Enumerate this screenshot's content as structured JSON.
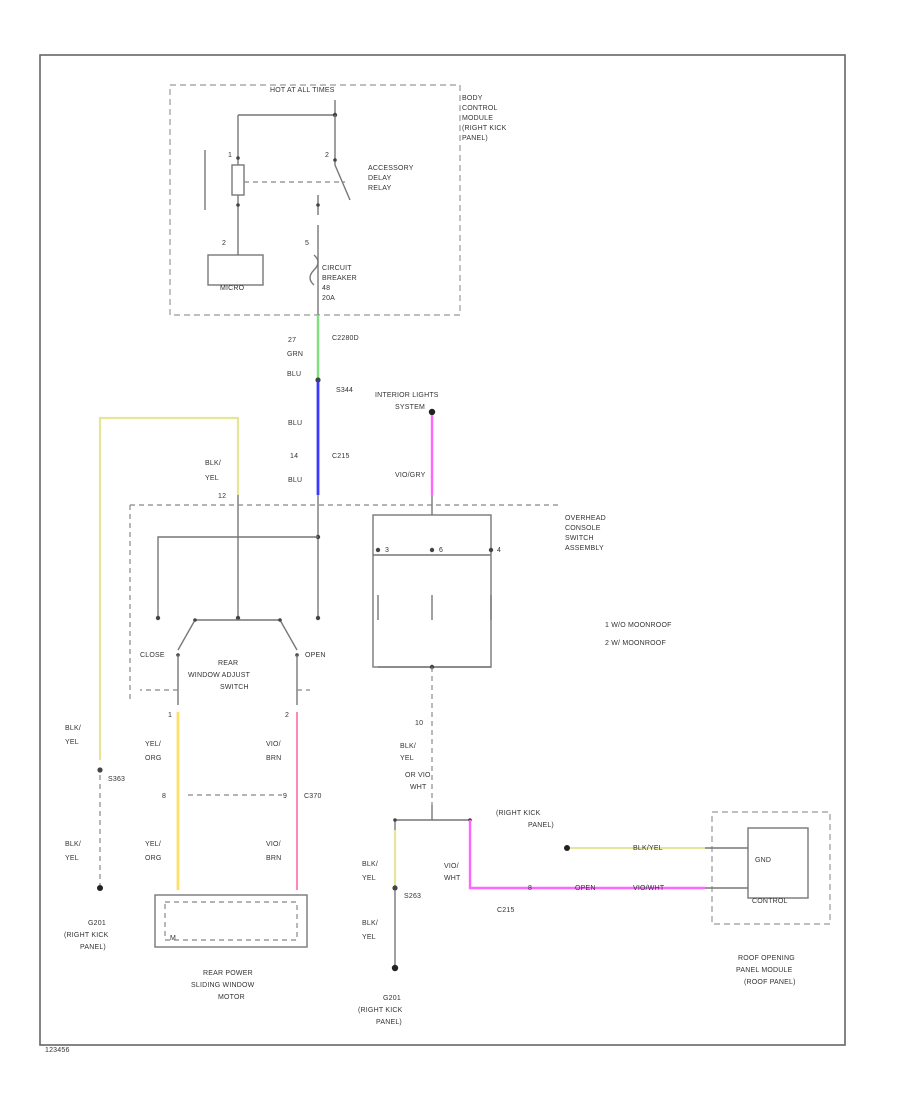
{
  "labels": {
    "hot_at_all_times": "HOT AT ALL TIMES",
    "body_control_module": [
      "BODY",
      "CONTROL",
      "MODULE",
      "(RIGHT KICK",
      "PANEL)"
    ],
    "accessory_delay_relay": [
      "ACCESSORY",
      "DELAY",
      "RELAY"
    ],
    "micro": "MICRO",
    "circuit_breaker": [
      "CIRCUIT",
      "BREAKER",
      "48",
      "20A"
    ],
    "connector_c2280d": "C2280D",
    "s344": "S344",
    "c215": "C215",
    "interior_lights_system": [
      "INTERIOR LIGHTS",
      "SYSTEM"
    ],
    "overhead_console": [
      "OVERHEAD",
      "CONSOLE",
      "SWITCH",
      "ASSEMBLY"
    ],
    "legend": [
      "1  W/O MOONROOF",
      "2  W/ MOONROOF"
    ],
    "rear_window_switch": [
      "REAR",
      "WINDOW ADJUST",
      "SWITCH"
    ],
    "close": "CLOSE",
    "open": "OPEN",
    "c370": "C370",
    "rear_motor": [
      "REAR POWER",
      "SLIDING WINDOW",
      "MOTOR"
    ],
    "ground_left": [
      "G201",
      "(RIGHT KICK",
      "PANEL)"
    ],
    "ground_mid": [
      "G201",
      "(RIGHT KICK",
      "PANEL)"
    ],
    "right_kick_panel": [
      "(RIGHT KICK",
      "PANEL)"
    ],
    "s263": "S263",
    "c215_b": "C215",
    "roof_module": [
      "ROOF OPENING",
      "PANEL MODULE",
      "(ROOF PANEL)"
    ],
    "gnd": "GND",
    "control": "CONTROL",
    "open_label": "OPEN",
    "code": "123456"
  },
  "wires": {
    "gn_bu": [
      "GRN",
      "BLU"
    ],
    "bu": "BLU",
    "bu_2": "BLU",
    "bk_ye": [
      "BLK/",
      "YEL"
    ],
    "ye_og": [
      "YEL/",
      "ORG"
    ],
    "vio_bn": [
      "VIO/",
      "BRN"
    ],
    "ye_og_2": [
      "YEL/",
      "ORG"
    ],
    "vio_bn_2": [
      "VIO/",
      "BRN"
    ],
    "bk_ye_left": [
      "BLK/",
      "YEL"
    ],
    "bk_ye_left2": [
      "BLK/",
      "YEL"
    ],
    "bk_ye_mid": [
      "BLK/",
      "YEL"
    ],
    "or_vio": [
      "OR VIO",
      "WHT"
    ],
    "vio_wh": [
      "VIO/",
      "WHT"
    ],
    "bk_ye_gnd": [
      "BLK/",
      "YEL"
    ],
    "bk_ye_gnd2": [
      "BLK/",
      "YEL"
    ],
    "vio_gy": "VIO/GRY",
    "bk_ye_roof": "BLK/YEL",
    "vio_wh_roof": "VIO/WHT"
  },
  "pins": {
    "p27": "27",
    "p14": "14",
    "p12": "12",
    "p8": "8",
    "p5": "5",
    "p6": "6",
    "p3": "3",
    "p2": "2",
    "p10": "10",
    "p1": "1",
    "p2b": "2",
    "p4": "4",
    "p8b": "8",
    "p9": "9",
    "p1c": "1",
    "p2c": "2"
  },
  "colors": {
    "green": "#7fe07f",
    "blue": "#3a3aff",
    "magenta": "#ff66ff",
    "yellow": "#ffe066",
    "pink": "#ff88bb",
    "olive": "#e6e699"
  }
}
